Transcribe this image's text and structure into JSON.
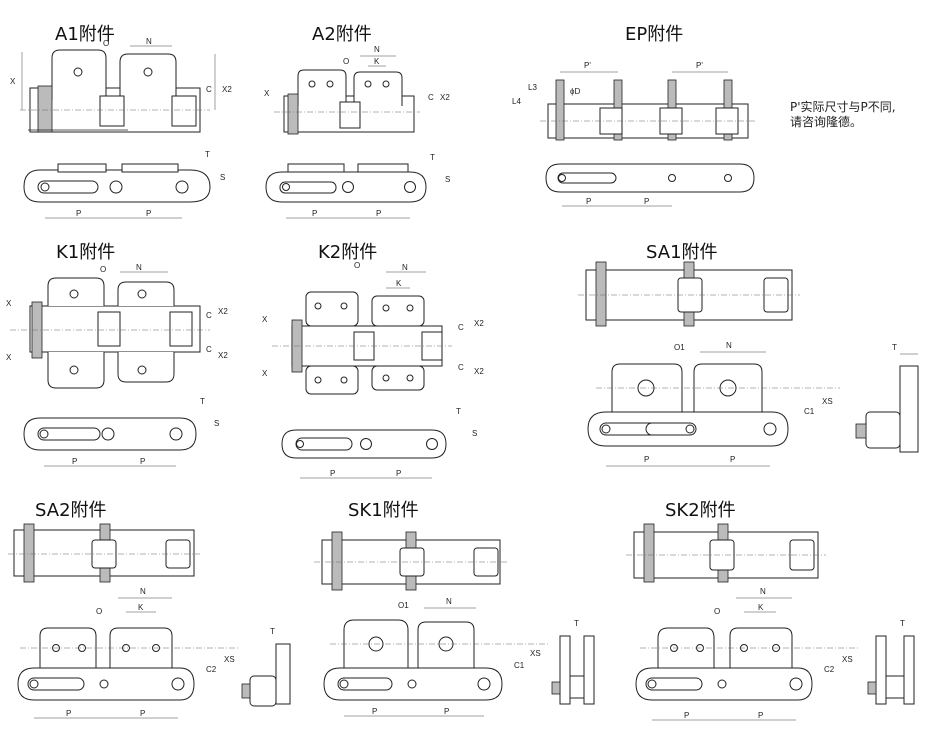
{
  "titles": {
    "a1": "A1附件",
    "a2": "A2附件",
    "ep": "EP附件",
    "k1": "K1附件",
    "k2": "K2附件",
    "sa1": "SA1附件",
    "sa2": "SA2附件",
    "sk1": "SK1附件",
    "sk2": "SK2附件"
  },
  "note": {
    "line1": "P'实际尺寸与P不同,",
    "line2": "请咨询隆德。"
  },
  "labels": {
    "P": "P",
    "Pp": "P'",
    "N": "N",
    "O": "O",
    "O1": "O1",
    "K": "K",
    "X": "X",
    "X2": "X2",
    "C": "C",
    "C1": "C1",
    "C2": "C2",
    "XS": "XS",
    "S": "S",
    "T": "T",
    "L3": "L3",
    "L4": "L4",
    "D": "ϕD"
  }
}
